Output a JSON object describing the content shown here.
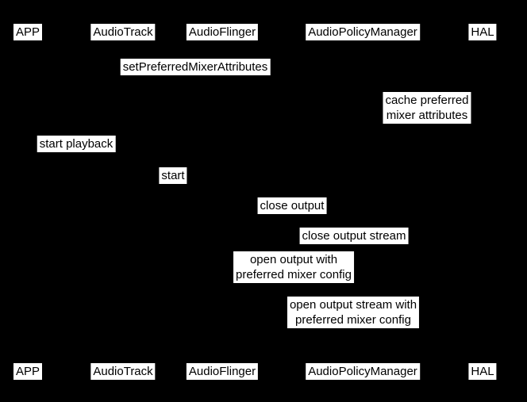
{
  "colors": {
    "background": "#000000",
    "label_background": "#ffffff",
    "label_text": "#000000"
  },
  "diagram": {
    "type": "sequence-diagram",
    "participants": [
      {
        "label": "APP"
      },
      {
        "label": "AudioTrack"
      },
      {
        "label": "AudioFlinger"
      },
      {
        "label": "AudioPolicyManager"
      },
      {
        "label": "HAL"
      }
    ],
    "messages": [
      {
        "label": "setPreferredMixerAttributes"
      },
      {
        "label": "cache preferred\nmixer attributes"
      },
      {
        "label": "start playback"
      },
      {
        "label": "start"
      },
      {
        "label": "close output"
      },
      {
        "label": "close output stream"
      },
      {
        "label": "open output with\npreferred mixer config"
      },
      {
        "label": "open output stream with\npreferred mixer config"
      }
    ]
  }
}
